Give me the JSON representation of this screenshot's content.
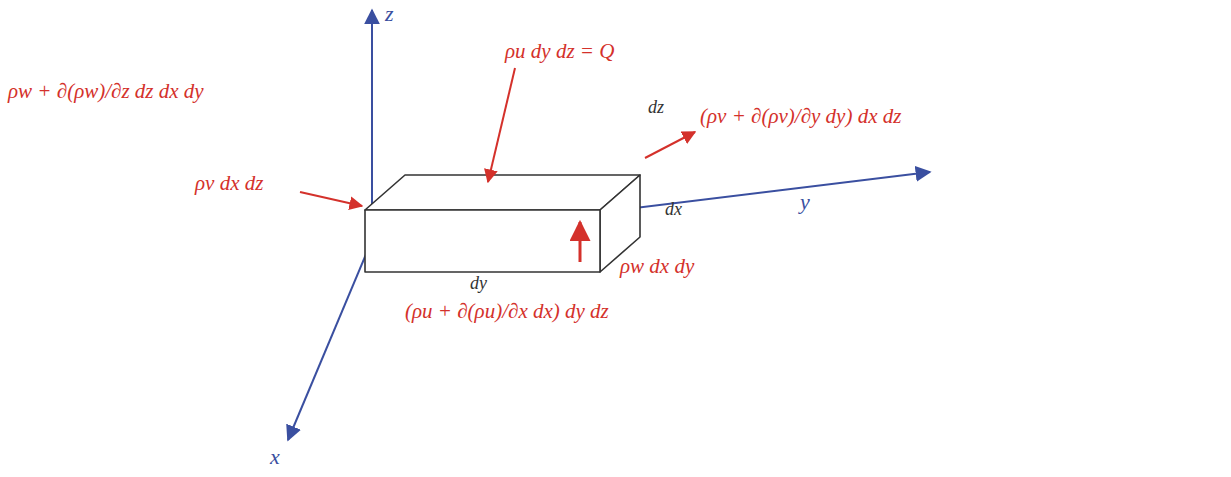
{
  "diagram": {
    "labels": [
      "ρw + ∂(ρw)/∂z dz dx dy",
      "ρu dy dz = Q",
      "(ρv + ∂(ρv)/∂y dy) dx dz",
      "ρv dx dz",
      "ρw dx dy",
      "(ρu + ∂(ρu)/∂x dx) dy dz",
      "z",
      "y",
      "x",
      "dz",
      "dx",
      "dy"
    ]
  }
}
